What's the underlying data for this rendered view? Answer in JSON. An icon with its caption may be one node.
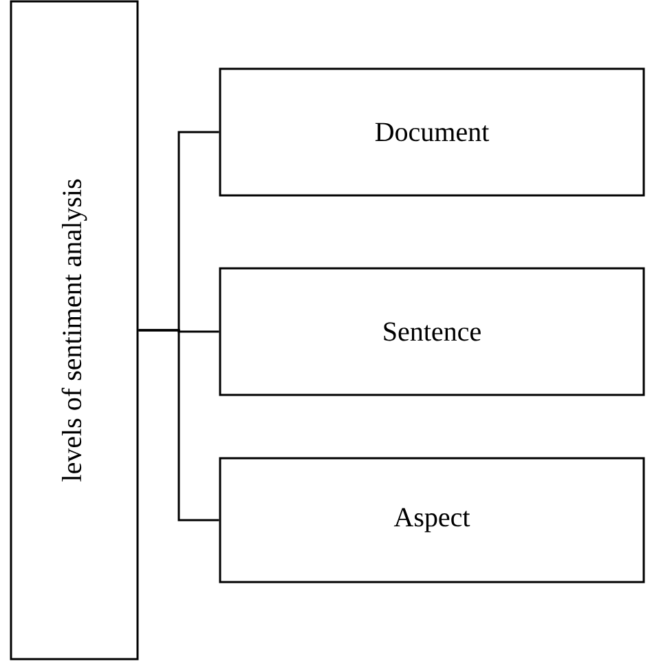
{
  "diagram": {
    "nodes": [
      {
        "text": [
          "levels of sentiment analysis"
        ]
      },
      {
        "text": [
          "Document"
        ]
      },
      {
        "text": [
          "Sentence"
        ]
      },
      {
        "text": [
          "Aspect"
        ]
      }
    ],
    "edges": [
      {
        "from": 0,
        "to": 1,
        "arrow": "none"
      },
      {
        "from": 0,
        "to": 2,
        "arrow": "none"
      },
      {
        "from": 0,
        "to": 3,
        "arrow": "none"
      }
    ]
  }
}
